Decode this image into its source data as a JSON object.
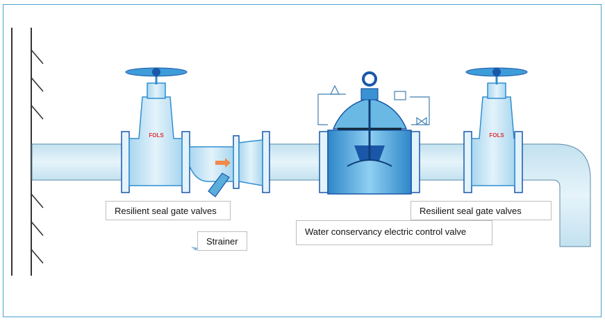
{
  "labels": {
    "gate_valve_left": "Resilient seal gate valves",
    "gate_valve_right": "Resilient seal gate valves",
    "strainer": "Strainer",
    "control_valve": "Water conservancy electric control valve"
  },
  "valve_markings": {
    "brand": "FOLS"
  },
  "colors": {
    "frame_border": "#4a9fd0",
    "pipe_fill": "#d6ecf5",
    "valve_blue": "#2f8ecf",
    "valve_dark_blue": "#1a57a8",
    "valve_light": "#cfe9f7",
    "flow_arrow": "#f08a4b",
    "wall_line": "#333333"
  }
}
